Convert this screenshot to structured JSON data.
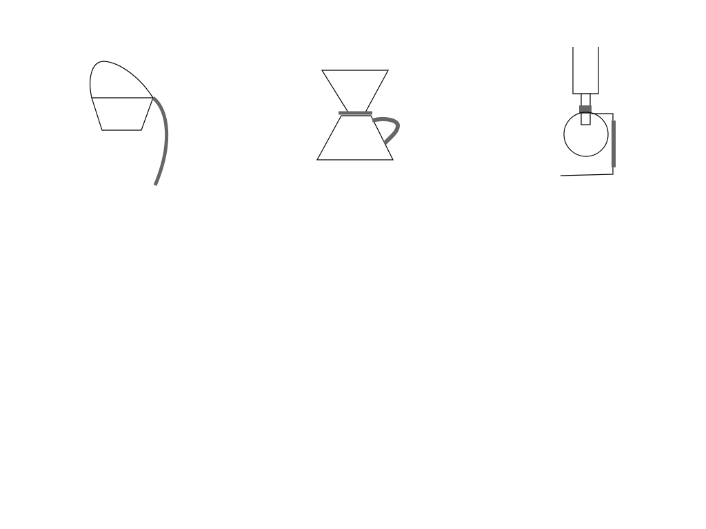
{
  "diagram": {
    "figures": [
      {
        "id": "figure-1",
        "icon": "pouring-vessel-icon"
      },
      {
        "id": "figure-2",
        "icon": "hourglass-mug-icon"
      },
      {
        "id": "figure-3",
        "icon": "ring-clamp-icon"
      }
    ]
  },
  "colors": {
    "background": "#ffffff",
    "outline": "#000000",
    "accent": "#666666"
  }
}
